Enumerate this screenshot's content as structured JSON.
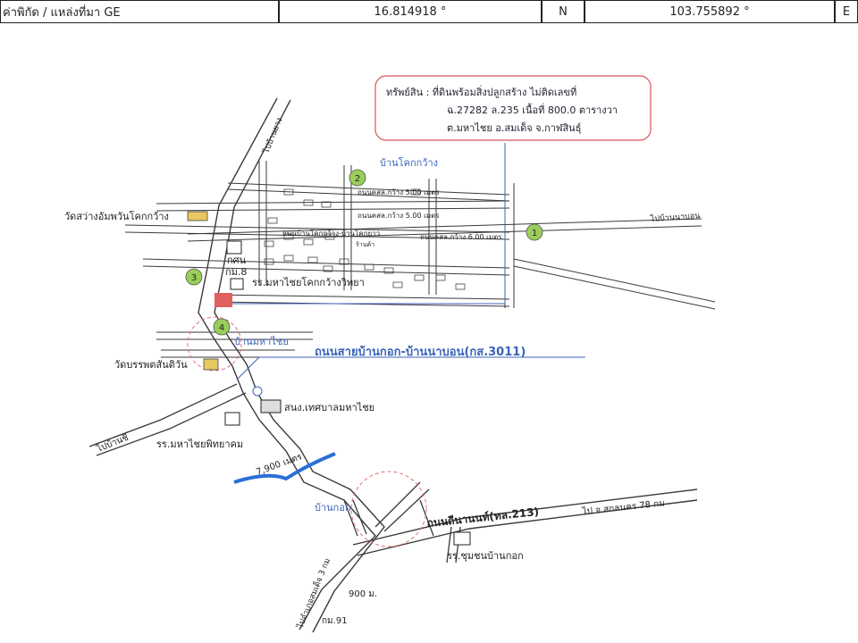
{
  "header": {
    "coord_label": "ค่าพิกัด / แหล่งที่มา  GE",
    "latitude": "16.814918 °",
    "lat_dir": "N",
    "longitude": "103.755892 °",
    "lon_dir": "E"
  },
  "callout": {
    "line1": "ทรัพย์สิน :  ที่ดินพร้อมสิ่งปลูกสร้าง ไม่ติดเลขที่",
    "line2": "ฉ.27282 ล.235  เนื้อที่ 800.0 ตารางวา",
    "line3": "ต.มหาไชย อ.สมเด็จ จ.กาฬสินธุ์"
  },
  "markers": [
    "1",
    "2",
    "3",
    "4"
  ],
  "labels": {
    "ban_khok_kwang": "บ้านโคกกว้าง",
    "wat_sawang": "วัดสว่างอัมพวันโคกกว้าง",
    "kor_sor_nor": "กศน",
    "kor_mor_8": "กม.8",
    "school_khok_kwang": "รร.มหาไชยโคกกว้างวิทยา",
    "ban_maha_chai": "บ้านมหาไชย",
    "road_main": "ถนนสายบ้านกอก-บ้านนาบอน(กส.3011)",
    "wat_banphot": "วัดบรรพตสันติวัน",
    "sno_tesaban": "สนง.เทศบาลมหาไชย",
    "to_ban_chi": "ไปบ้านชี",
    "school_pittayakhom": "รร.มหาไชยพิทยาคม",
    "dist_7900": "7,900 เมตร",
    "ban_kok": "บ้านกอก",
    "road_213": "ถนนถีนานนท์(ทล.213)",
    "to_sakon": "ไป จ.สกลนคร 78 กม",
    "school_chumchon": "รร.ชุมชนบ้านกอก",
    "dist_900": "900 ม.",
    "kor_mor_91": "กม.91",
    "to_somdet": "ไปอำเภอสมเด็จ 3 กม",
    "to_ban_yai": "ไปบ้านยาง",
    "to_ban_top": "ไปบ้านนาบอน",
    "street_6m_a": "ถนนคสล.กว้าง 5.00 เมตร",
    "street_6m_b": "ถนนคสล.กว้าง 5.00 เมตร",
    "street_6m_c": "ถนนคสล.กว้าง 6.00 เมตร",
    "street_wat": "ถนนบ้านโคกกว้าง-บ้านโคกยาว",
    "shop": "ร้านค้า"
  },
  "colors": {
    "road": "#3a3a3a",
    "label_blue": "#3b63b8",
    "callout_border": "#d9535b",
    "subject_parcel": "#e06060",
    "river": "#2b6fd6",
    "marker_fill": "#9acd5a",
    "circle_dash": "#e07070"
  }
}
